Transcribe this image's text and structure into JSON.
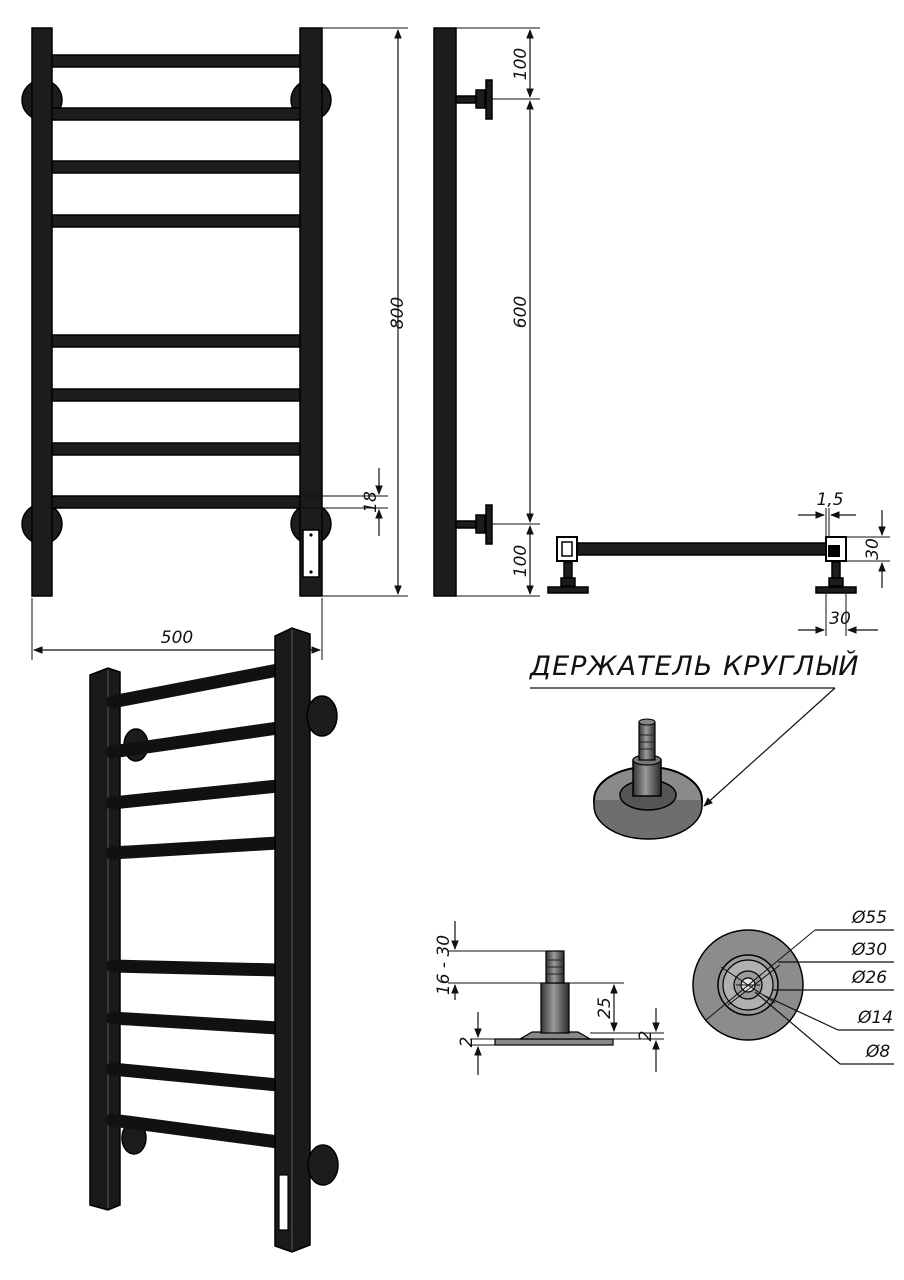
{
  "dimensions": {
    "height_total": "800",
    "width_total": "500",
    "top_offset": "100",
    "middle_span": "600",
    "bottom_offset": "100",
    "rung_thickness": "18",
    "wall_gap": "1,5",
    "profile_height": "30",
    "profile_width": "30"
  },
  "holder": {
    "title": "ДЕРЖАТЕЛЬ КРУГЛЫЙ",
    "adjust_range": "16 - 30",
    "shaft_height": "25",
    "base_thickness_left": "2",
    "base_thickness_right": "2",
    "diameters": [
      "Ø55",
      "Ø30",
      "Ø26",
      "Ø14",
      "Ø8"
    ]
  }
}
